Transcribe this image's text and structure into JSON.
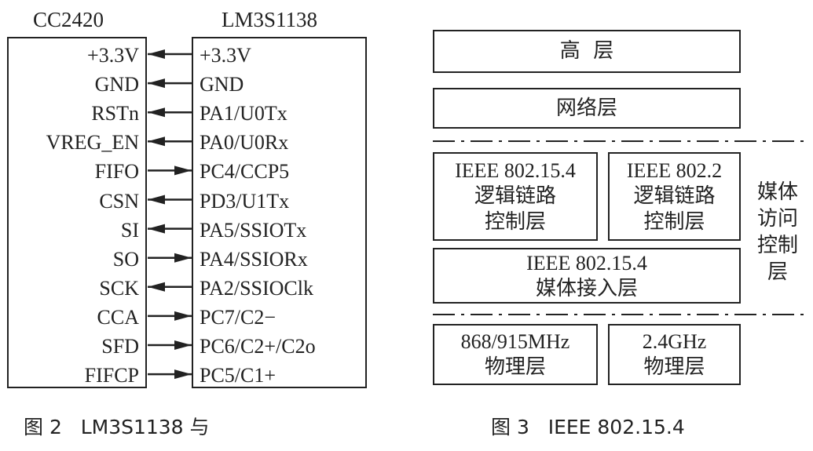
{
  "figure2": {
    "left_chip": "CC2420",
    "right_chip": "LM3S1138",
    "connections": [
      {
        "cc2420": "+3.3V",
        "lm3s1138": "+3.3V",
        "direction": "to-cc2420"
      },
      {
        "cc2420": "GND",
        "lm3s1138": "GND",
        "direction": "to-cc2420"
      },
      {
        "cc2420": "RSTn",
        "lm3s1138": "PA1/U0Tx",
        "direction": "to-cc2420"
      },
      {
        "cc2420": "VREG_EN",
        "lm3s1138": "PA0/U0Rx",
        "direction": "to-cc2420"
      },
      {
        "cc2420": "FIFO",
        "lm3s1138": "PC4/CCP5",
        "direction": "to-lm3s1138"
      },
      {
        "cc2420": "CSN",
        "lm3s1138": "PD3/U1Tx",
        "direction": "to-cc2420"
      },
      {
        "cc2420": "SI",
        "lm3s1138": "PA5/SSIOTx",
        "direction": "to-cc2420"
      },
      {
        "cc2420": "SO",
        "lm3s1138": "PA4/SSIORx",
        "direction": "to-lm3s1138"
      },
      {
        "cc2420": "SCK",
        "lm3s1138": "PA2/SSIOClk",
        "direction": "to-cc2420"
      },
      {
        "cc2420": "CCA",
        "lm3s1138": "PC7/C2−",
        "direction": "to-lm3s1138"
      },
      {
        "cc2420": "SFD",
        "lm3s1138": "PC6/C2+/C2o",
        "direction": "to-lm3s1138"
      },
      {
        "cc2420": "FIFCP",
        "lm3s1138": "PC5/C1+",
        "direction": "to-lm3s1138"
      }
    ],
    "caption": "图 2   LM3S1138 与"
  },
  "figure3": {
    "upper": "高  层",
    "network": "网络层",
    "llc_154": [
      "IEEE 802.15.4",
      "逻辑链路",
      "控制层"
    ],
    "llc_802_2": [
      "IEEE 802.2",
      "逻辑链路",
      "控制层"
    ],
    "mac": [
      "IEEE 802.15.4",
      "媒体接入层"
    ],
    "phy_868": [
      "868/915MHz",
      "物理层"
    ],
    "phy_24": [
      "2.4GHz",
      "物理层"
    ],
    "side_label": [
      "媒",
      "体",
      "访",
      "问",
      "控",
      "制",
      "层"
    ],
    "caption": "图 3   IEEE 802.15.4"
  }
}
